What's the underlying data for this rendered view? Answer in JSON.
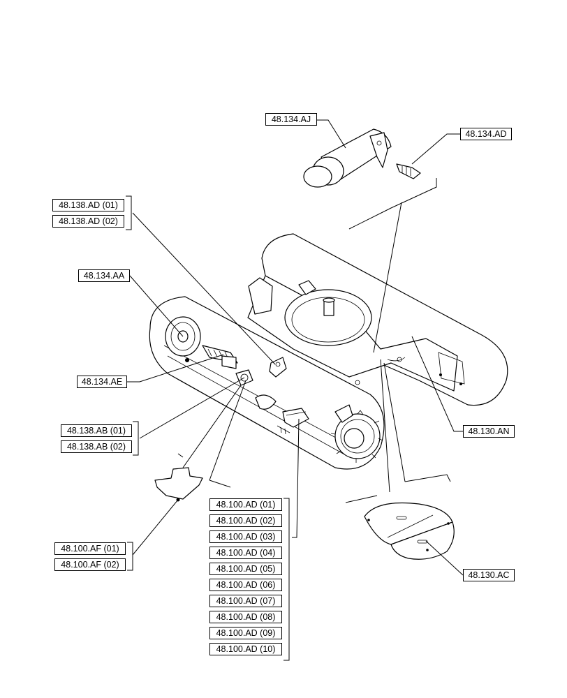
{
  "labels": {
    "aj": "48.134.AJ",
    "ad_top": "48.134.AD",
    "ad138_01": "48.138.AD (01)",
    "ad138_02": "48.138.AD (02)",
    "aa": "48.134.AA",
    "ae": "48.134.AE",
    "ab01": "48.138.AB (01)",
    "ab02": "48.138.AB (02)",
    "an": "48.130.AN",
    "ac": "48.130.AC",
    "af01": "48.100.AF (01)",
    "af02": "48.100.AF (02)",
    "ad100": [
      "48.100.AD (01)",
      "48.100.AD (02)",
      "48.100.AD (03)",
      "48.100.AD (04)",
      "48.100.AD (05)",
      "48.100.AD (06)",
      "48.100.AD (07)",
      "48.100.AD (08)",
      "48.100.AD (09)",
      "48.100.AD (10)"
    ]
  }
}
